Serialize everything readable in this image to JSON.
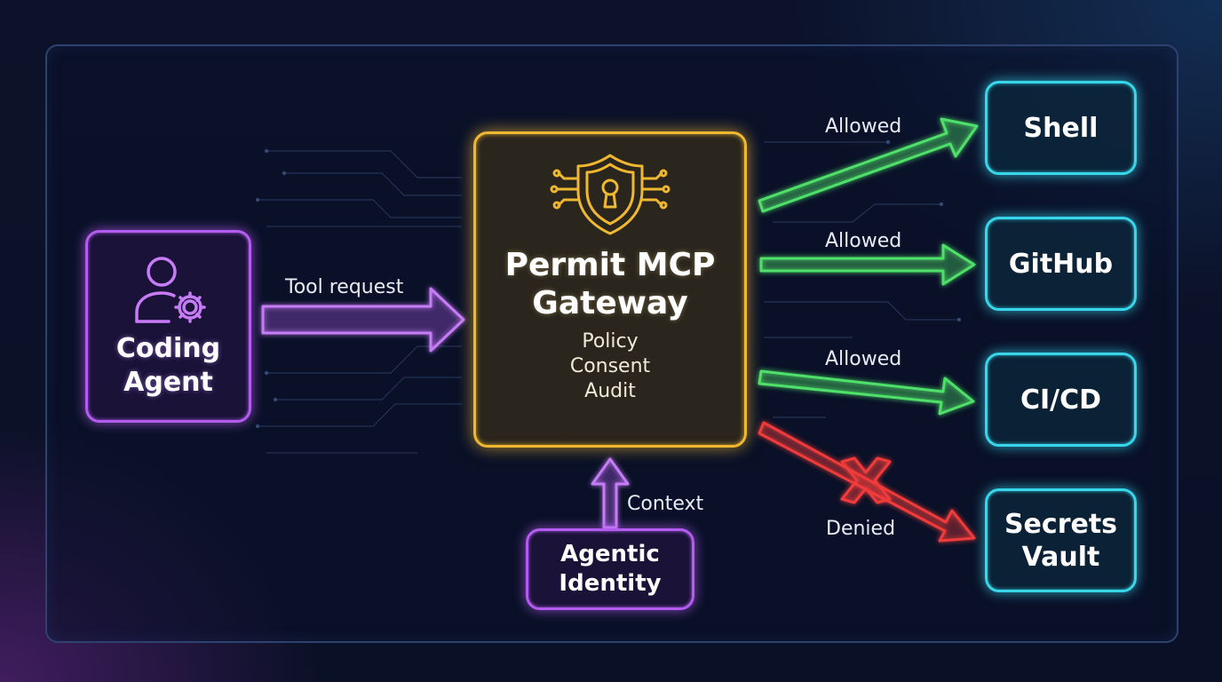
{
  "nodes": {
    "coding_agent": {
      "line1": "Coding",
      "line2": "Agent"
    },
    "gateway": {
      "line1": "Permit MCP",
      "line2": "Gateway",
      "features": [
        "Policy",
        "Consent",
        "Audit"
      ]
    },
    "agentic_identity": {
      "line1": "Agentic",
      "line2": "Identity"
    },
    "tools": [
      {
        "line1": "Shell",
        "line2": ""
      },
      {
        "line1": "GitHub",
        "line2": ""
      },
      {
        "line1": "CI/CD",
        "line2": ""
      },
      {
        "line1": "Secrets",
        "line2": "Vault"
      }
    ]
  },
  "edges": {
    "tool_request": "Tool request",
    "context": "Context",
    "outcomes": [
      "Allowed",
      "Allowed",
      "Allowed",
      "Denied"
    ]
  },
  "colors": {
    "agent": "#b45cf0",
    "gateway": "#f0b830",
    "tool": "#38d6ea",
    "allowed": "#4fe06a",
    "denied": "#f03a3a"
  },
  "icons": {
    "agent": "user-gear-icon",
    "gateway": "shield-lock-icon",
    "denied": "x-mark-icon"
  }
}
